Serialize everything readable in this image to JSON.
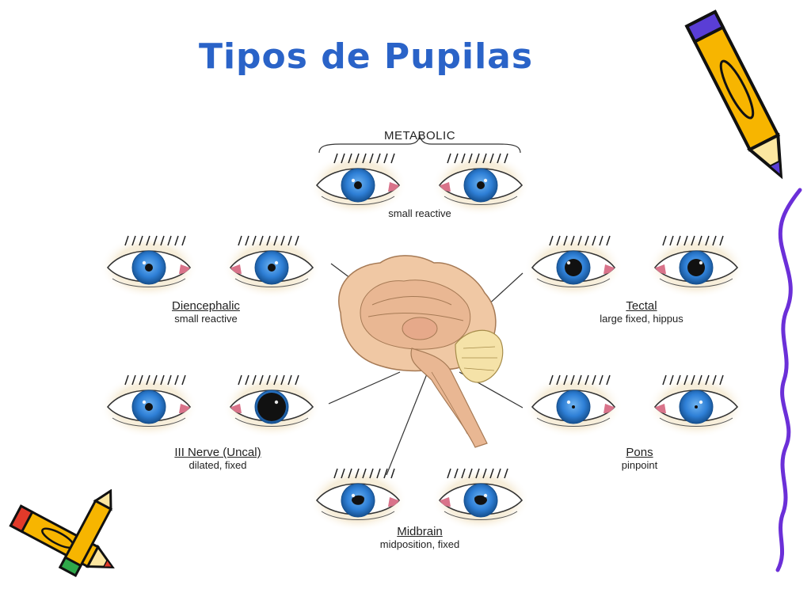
{
  "title": "Tipos de Pupilas",
  "groups": {
    "metabolic": {
      "header": "METABOLIC",
      "description": "small reactive"
    },
    "diencephalic": {
      "name": "Diencephalic",
      "description": "small reactive"
    },
    "tectal": {
      "name": "Tectal",
      "description": "large fixed, hippus"
    },
    "third_nerve": {
      "name": "III Nerve (Uncal)",
      "description": "dilated, fixed"
    },
    "pons": {
      "name": "Pons",
      "description": "pinpoint"
    },
    "midbrain": {
      "name": "Midbrain",
      "description": "midposition, fixed"
    }
  },
  "colors": {
    "title": "#2a63c8",
    "iris": "#2e7fd6",
    "brain": "#f2c9a8",
    "brainstem": "#f5e2a8",
    "squiggle": "#6b2fd8",
    "pencil_body": "#f7b500"
  },
  "icons": [
    "pencil-icon",
    "pencil-icon",
    "squiggle-line"
  ]
}
